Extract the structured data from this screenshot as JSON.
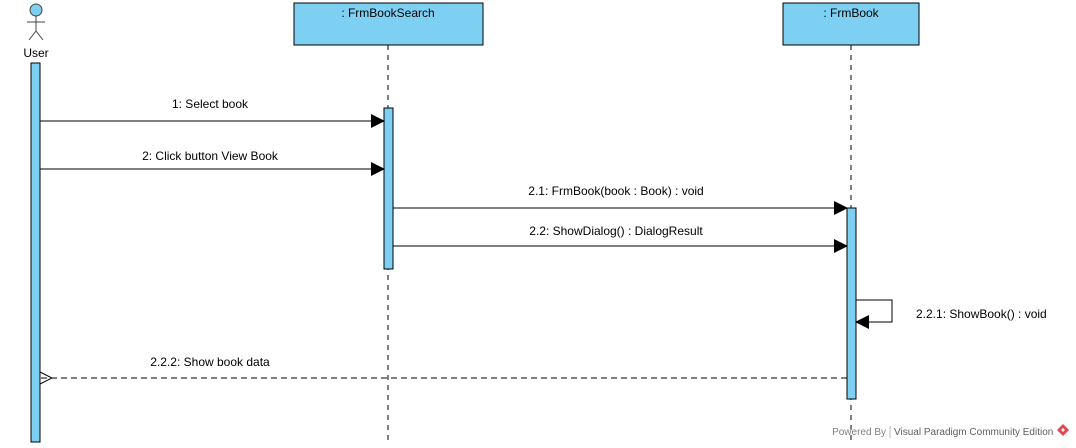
{
  "actor": {
    "name": "User"
  },
  "lifelines": [
    {
      "id": "frmbooksearch",
      "label": ": FrmBookSearch"
    },
    {
      "id": "frmbook",
      "label": ": FrmBook"
    }
  ],
  "messages": [
    {
      "label": "1: Select book",
      "type": "sync"
    },
    {
      "label": "2: Click button View Book",
      "type": "sync"
    },
    {
      "label": "2.1: FrmBook(book : Book) : void",
      "type": "sync"
    },
    {
      "label": "2.2: ShowDialog() : DialogResult",
      "type": "sync"
    },
    {
      "label": "2.2.1: ShowBook() : void",
      "type": "self"
    },
    {
      "label": "2.2.2: Show book data",
      "type": "return"
    }
  ],
  "footer": {
    "powered_by": "Powered By",
    "edition": "Visual Paradigm Community Edition"
  },
  "colors": {
    "lifeline_head_fill": "#7ED0F3",
    "activation_fill": "#7ED0F3",
    "stroke": "#000000",
    "footer_logo": "#E0474C"
  }
}
